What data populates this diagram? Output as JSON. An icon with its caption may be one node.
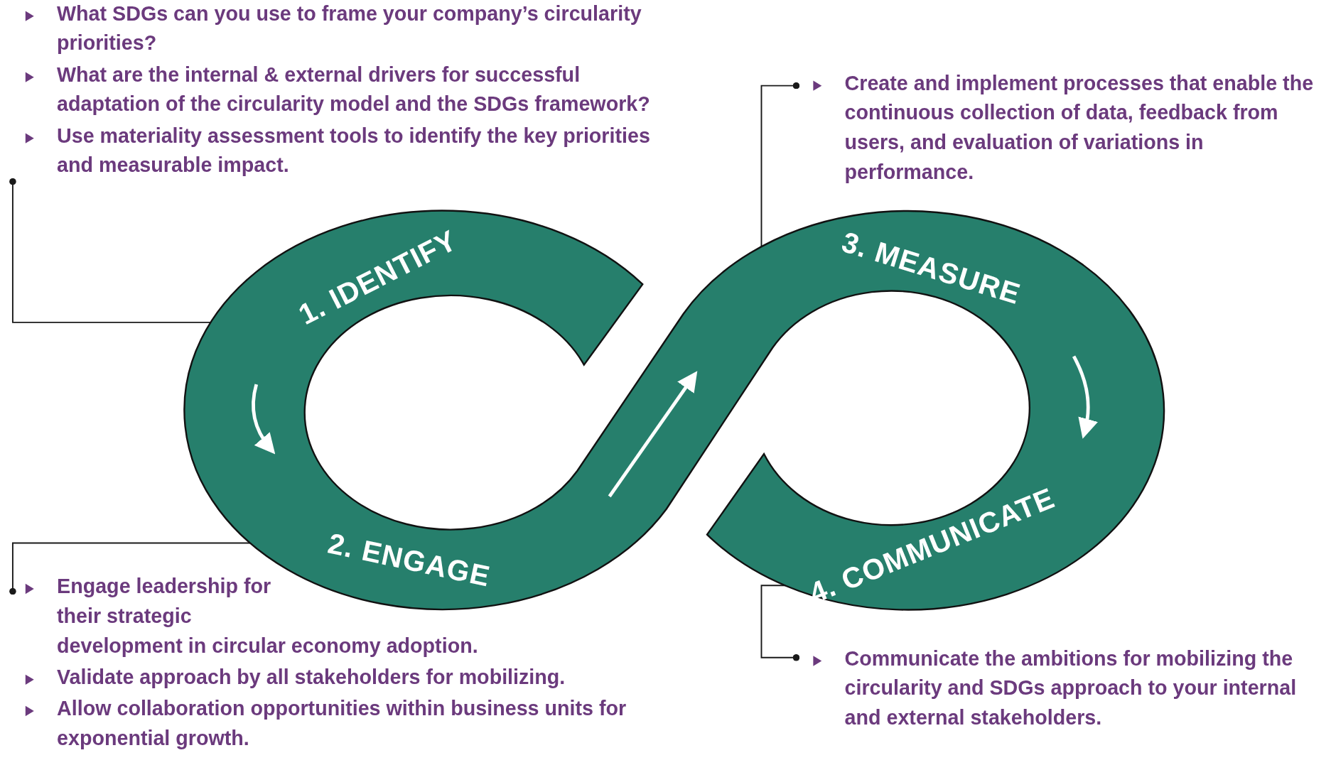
{
  "diagram": {
    "nodes": [
      {
        "text": [
          "1. IDENTIFY"
        ]
      },
      {
        "text": [
          "2. ENGAGE"
        ]
      },
      {
        "text": [
          "3. MEASURE"
        ]
      },
      {
        "text": [
          "4. COMMUNICATE"
        ]
      },
      {
        "text": [
          "What SDGs can you use to frame your company’s circularity priorities?",
          "What are the internal & external drivers for successful adaptation of the circularity model and the SDGs framework?",
          "Use materiality assessment tools to identify the key priorities and measurable impact."
        ]
      },
      {
        "text": [
          "Engage leadership for their strategic development in circular economy adoption.",
          "Validate approach by all stakeholders for mobilizing.",
          "Allow collaboration opportunities within business units for exponential growth."
        ]
      },
      {
        "text": [
          "Create and implement processes that enable the continuous collection of data, feedback from users, and evaluation of variations in performance."
        ]
      },
      {
        "text": [
          "Communicate the ambitions for mobilizing the circularity and SDGs approach to your internal and external stakeholders."
        ]
      }
    ],
    "edges": [
      {
        "from": 0,
        "to": 4,
        "arrow": "other"
      },
      {
        "from": 1,
        "to": 5,
        "arrow": "other"
      },
      {
        "from": 2,
        "to": 6,
        "arrow": "other"
      },
      {
        "from": 3,
        "to": 7,
        "arrow": "other"
      }
    ]
  }
}
